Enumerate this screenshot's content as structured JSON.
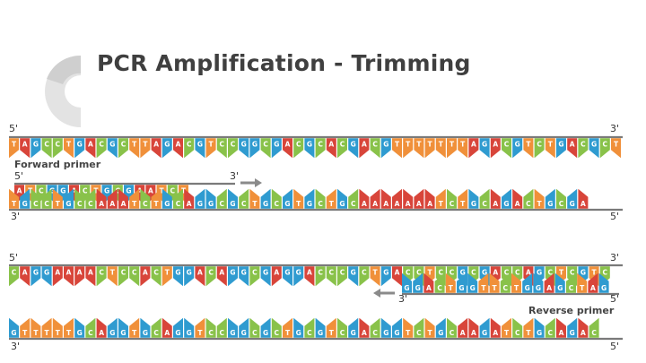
{
  "slide": {
    "title": "PCR Amplification - Trimming"
  },
  "labels": {
    "five_prime": "5'",
    "three_prime": "3'",
    "forward_primer": "Forward primer",
    "reverse_primer": "Reverse primer"
  },
  "colors": {
    "A": "#d8453a",
    "C": "#89c24a",
    "G": "#2f9bd0",
    "T": "#f0903a",
    "backbone": "#7a7a7a",
    "arrow": "#8a8a8a",
    "title": "#3f3f3f"
  },
  "sequences": {
    "top_strand": "TAGCCTGACGCTTAGACGTCCGGCGACGCACGACGTTTTTTTAGACGTCTGACGCT",
    "forward_primer": "ATCGGACTGCGAATCT",
    "bottom_strand": "TGCCTGCCAAATCTGCAGGCGCTGCGTGCTGCAAAAAAATCTGCAGACTGCGA",
    "middle_top_strand": "CAGGAAAACTCCACTGGACAGGCGAGGACCCGCTGACCTCCGCGACCAGCTCGTC",
    "reverse_primer": "GGACTGGTTCTGGAGCTAG",
    "bottom_last_strand": "GTTTTTGCAGGTGCAGGTCCGGCGCTGCGTCGACGGTCTGCAAGATCTGCAGAC"
  }
}
